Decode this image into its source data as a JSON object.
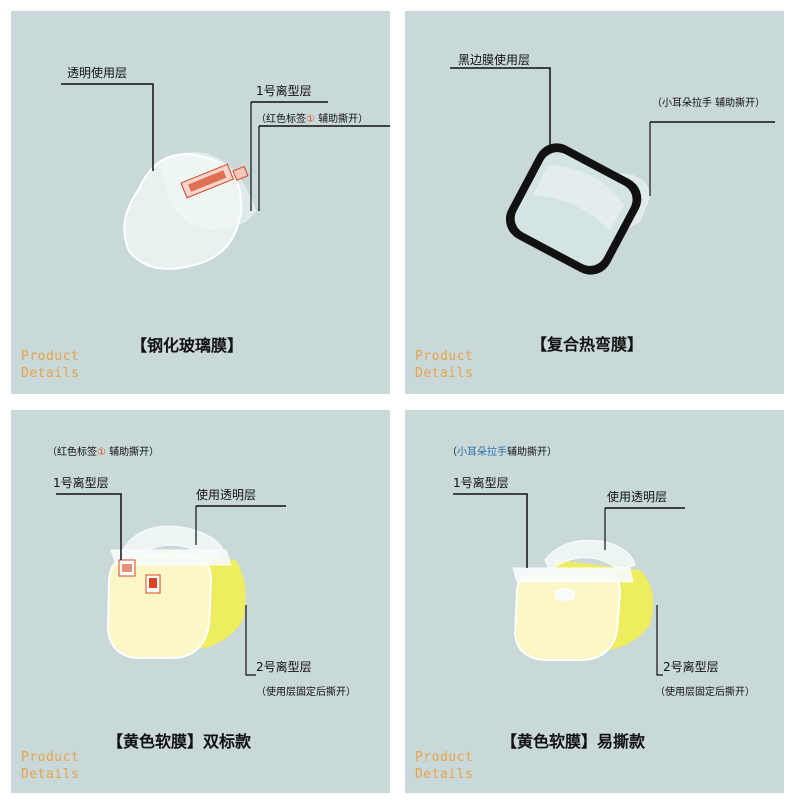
{
  "product_details": [
    "Product",
    "Details"
  ],
  "panels": {
    "p1": {
      "title": "【钢化玻璃膜】",
      "label_a": "透明使用层",
      "label_b": "1号离型层",
      "label_c_pre": "（红色标签",
      "label_c_num": "①",
      "label_c_post": " 辅助撕开）"
    },
    "p2": {
      "title": "【复合热弯膜】",
      "label_a": "黑边膜使用层",
      "label_b": "（小耳朵拉手  辅助撕开）"
    },
    "p3": {
      "title": "【黄色软膜】双标款",
      "label_top_pre": "（红色标签",
      "label_top_num": "①",
      "label_top_post": " 辅助撕开）",
      "label_a": "1号离型层",
      "label_b": "使用透明层",
      "label_c": "2号离型层",
      "label_d": "（使用层固定后撕开）"
    },
    "p4": {
      "title": "【黄色软膜】易撕款",
      "label_top_pre": "（",
      "label_top_blue": "小耳朵拉手",
      "label_top_post": "辅助撕开）",
      "label_a": "1号离型层",
      "label_b": "使用透明层",
      "label_c": "2号离型层",
      "label_d": "（使用层固定后撕开）"
    }
  },
  "colors": {
    "panel_bg": "#c9d8d8",
    "accent_orange": "#e8a34a",
    "tag_red": "#d8451f",
    "yellow_film": "#f2ee52",
    "bezel_black": "#111111"
  }
}
